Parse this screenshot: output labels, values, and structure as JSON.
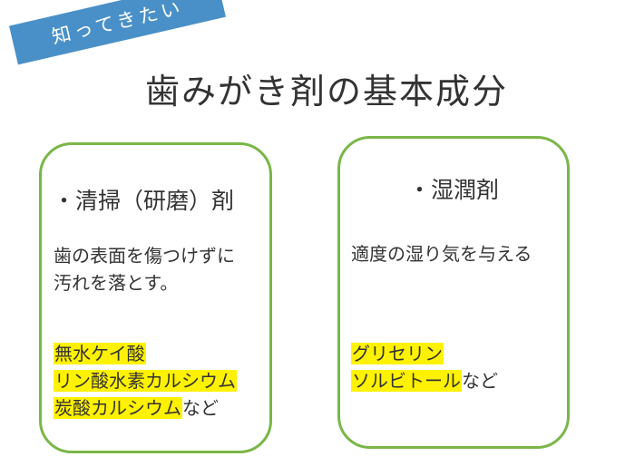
{
  "colors": {
    "badge": "#4a90c8",
    "card_border": "#7ab648",
    "highlight": "#fff200",
    "text": "#333333"
  },
  "badge": {
    "label": "知ってきたい"
  },
  "title": "歯みがき剤の基本成分",
  "cards": [
    {
      "heading": "・清掃（研磨）剤",
      "description_lines": [
        "歯の表面を傷つけずに",
        "汚れを落とす。"
      ],
      "examples": [
        {
          "highlighted": "無水ケイ酸",
          "suffix": ""
        },
        {
          "highlighted": "リン酸水素カルシウム",
          "suffix": ""
        },
        {
          "highlighted": "炭酸カルシウム",
          "suffix": "など"
        }
      ]
    },
    {
      "heading": "・湿潤剤",
      "description_lines": [
        "適度の湿り気を与える"
      ],
      "examples": [
        {
          "highlighted": "グリセリン",
          "suffix": ""
        },
        {
          "highlighted": "ソルビトール",
          "suffix": "など"
        }
      ]
    }
  ]
}
